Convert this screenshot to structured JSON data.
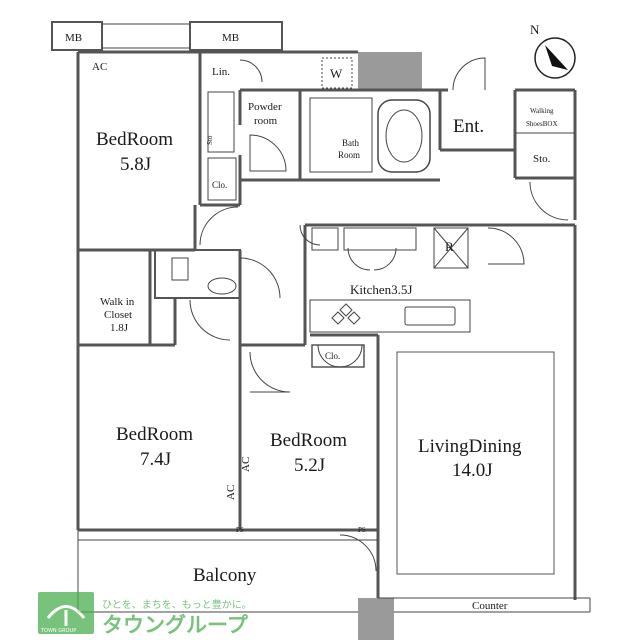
{
  "rooms": {
    "mb_left": "MB",
    "mb_right": "MB",
    "ac_top": "AC",
    "linen": "Lin.",
    "washer": "W",
    "powder_line1": "Powder",
    "powder_line2": "room",
    "bath_line1": "Bath",
    "bath_line2": "Room",
    "entrance": "Ent.",
    "walking_line1": "Walking",
    "walking_line2": "ShoesBOX",
    "storage_ent": "Sto.",
    "storage_small": "Sto",
    "closet_top": "Clo.",
    "bedroom1_name": "BedRoom",
    "bedroom1_size": "5.8J",
    "refrigerator": "R",
    "kitchen": "Kitchen3.5J",
    "walkin_line1": "Walk in",
    "walkin_line2": "Closet",
    "walkin_size": "1.8J",
    "closet_mid": "Clo.",
    "bedroom2_name": "BedRoom",
    "bedroom2_size": "7.4J",
    "bedroom3_name": "BedRoom",
    "bedroom3_size": "5.2J",
    "ac_mid": "AC",
    "ac_left": "AC",
    "living_line1": "LivingDining",
    "living_line2": "14.0J",
    "ps_left": "PS",
    "ps_right": "PS",
    "balcony": "Balcony",
    "counter": "Counter"
  },
  "compass": {
    "label": "N"
  },
  "watermark": {
    "tagline": "ひとを、まちを、もっと豊かに。",
    "brand": "タウングループ",
    "group": "TOWN GROUP"
  },
  "colors": {
    "watermark_green": "#4caf50",
    "wall": "#555555"
  }
}
